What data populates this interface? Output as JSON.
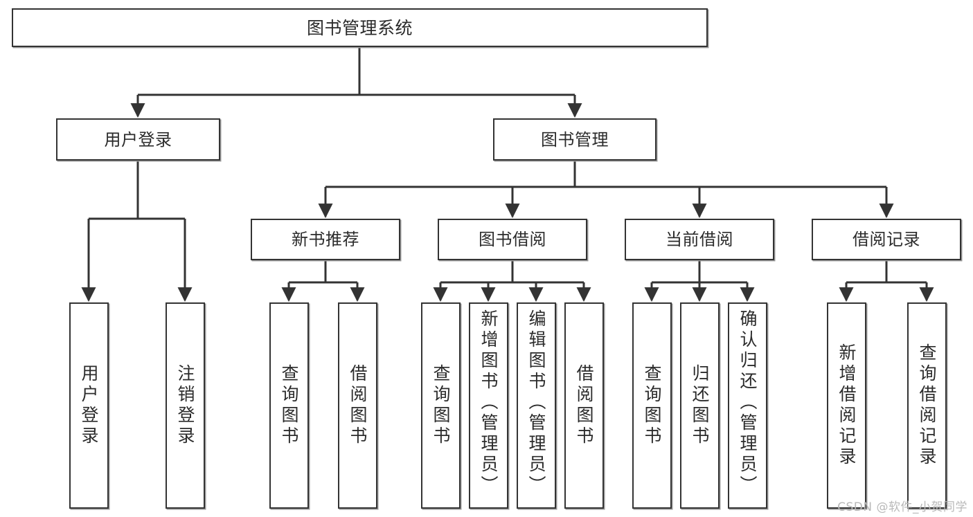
{
  "diagram": {
    "type": "tree-hierarchy",
    "title": "图书管理系统",
    "orientation": "top-down",
    "colors": {
      "box_border": "#333333",
      "box_fill": "#ffffff",
      "edge": "#333333",
      "text": "#2b2b2b",
      "watermark": "#b9b9b9"
    },
    "root": {
      "label": "图书管理系统"
    },
    "level2": [
      {
        "label": "用户登录"
      },
      {
        "label": "图书管理"
      }
    ],
    "level3": [
      {
        "label": "新书推荐"
      },
      {
        "label": "图书借阅"
      },
      {
        "label": "当前借阅"
      },
      {
        "label": "借阅记录"
      }
    ],
    "leaves": {
      "user_login": [
        {
          "label": "用户登录"
        },
        {
          "label": "注销登录"
        }
      ],
      "new_book_recommend": [
        {
          "label": "查询图书"
        },
        {
          "label": "借阅图书"
        }
      ],
      "book_borrow": [
        {
          "label": "查询图书"
        },
        {
          "label": "新增图书（管理员）"
        },
        {
          "label": "编辑图书（管理员）"
        },
        {
          "label": "借阅图书"
        }
      ],
      "current_borrow": [
        {
          "label": "查询图书"
        },
        {
          "label": "归还图书"
        },
        {
          "label": "确认归还（管理员）"
        }
      ],
      "borrow_record": [
        {
          "label": "新增借阅记录"
        },
        {
          "label": "查询借阅记录"
        }
      ]
    }
  },
  "watermark": {
    "text": "CSDN @软件_小贺同学"
  }
}
